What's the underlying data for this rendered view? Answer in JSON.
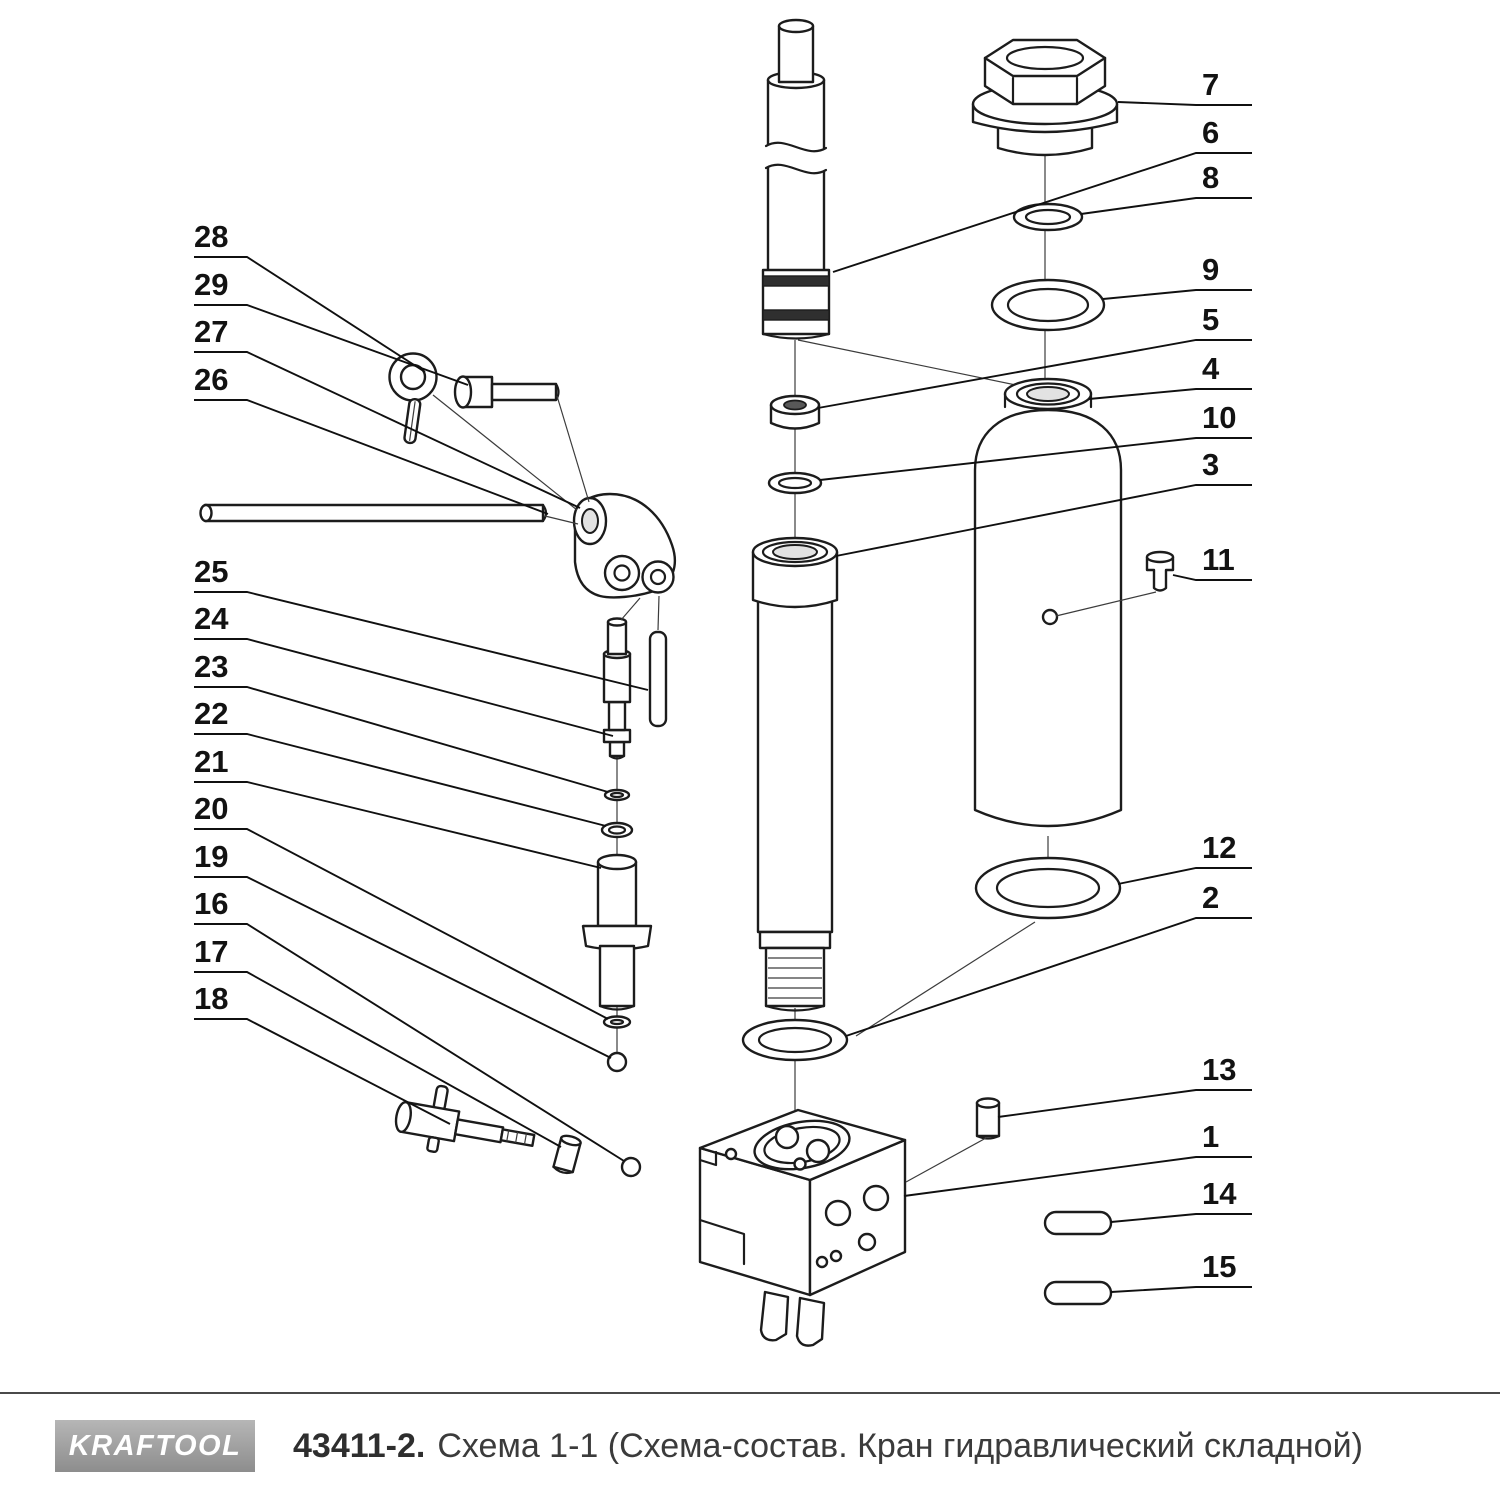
{
  "callouts": {
    "c1": "1",
    "c2": "2",
    "c3": "3",
    "c4": "4",
    "c5": "5",
    "c6": "6",
    "c7": "7",
    "c8": "8",
    "c9": "9",
    "c10": "10",
    "c11": "11",
    "c12": "12",
    "c13": "13",
    "c14": "14",
    "c15": "15",
    "c16": "16",
    "c17": "17",
    "c18": "18",
    "c19": "19",
    "c20": "20",
    "c21": "21",
    "c22": "22",
    "c23": "23",
    "c24": "24",
    "c25": "25",
    "c26": "26",
    "c27": "27",
    "c28": "28",
    "c29": "29"
  },
  "footer": {
    "brand": "KRAFTOOL",
    "model": "43411-2.",
    "caption": "Схема 1-1 (Схема-состав. Кран гидравлический складной)"
  }
}
